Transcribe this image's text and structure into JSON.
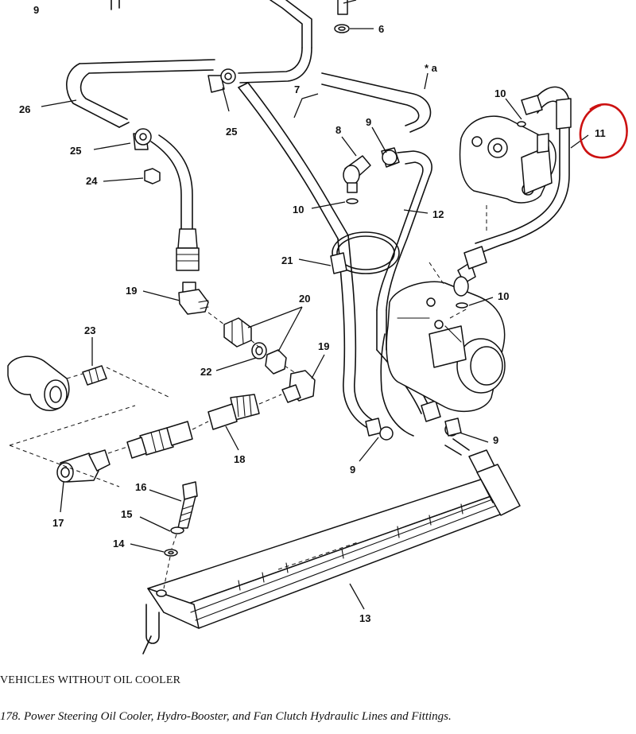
{
  "figure": {
    "title": "178. Power Steering Oil Cooler, Hydro-Booster, and Fan Clutch Hydraulic Lines and Fittings.",
    "note": "VEHICLES WITHOUT OIL COOLER"
  },
  "callouts": {
    "c9top": "9",
    "c6": "6",
    "c26": "26",
    "c25a": "25",
    "c25b": "25",
    "c24": "24",
    "c7": "7",
    "ca": "* a",
    "c10a": "10",
    "c11": "11",
    "c8": "8",
    "c9a": "9",
    "c10b": "10",
    "c12": "12",
    "c21": "21",
    "c19a": "19",
    "c20": "20",
    "c10c": "10",
    "c23": "23",
    "c22": "22",
    "c19b": "19",
    "c18": "18",
    "c17": "17",
    "c9b": "9",
    "c9c": "9",
    "c16": "16",
    "c15": "15",
    "c14": "14",
    "c13": "13"
  },
  "annotation": {
    "highlight_color": "#cc1111",
    "highlighted_item": "11"
  }
}
